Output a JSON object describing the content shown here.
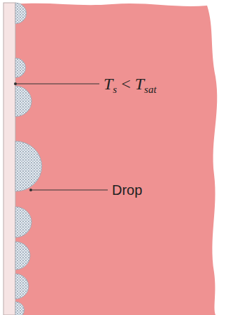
{
  "diagram": {
    "labels": [
      "T",
      "s",
      "<",
      "T",
      "sat",
      "Drop"
    ]
  }
}
